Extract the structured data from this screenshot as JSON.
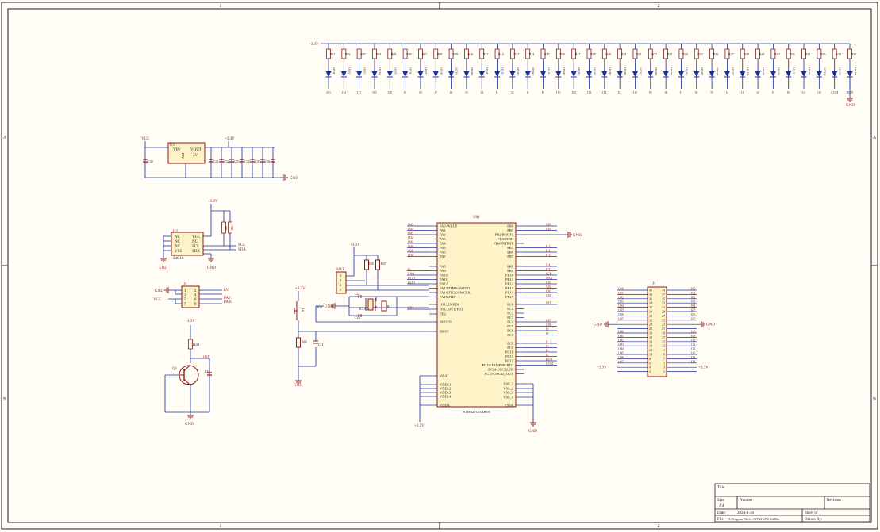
{
  "border": {
    "zones_top": [
      "1",
      "2"
    ],
    "zones_bottom": [
      "1",
      "2"
    ],
    "zones_side": [
      "A",
      "B"
    ]
  },
  "colors": {
    "background": "#fffdf5",
    "border": "#1a1a1a",
    "wire": "#1a2f9e",
    "component": "#8b1a1a",
    "component_fill": "#fdf3c6",
    "net_label": "#8b1a1a",
    "pin": "#1a2f9e"
  },
  "led_bar": {
    "power_label": "+3.3V",
    "gnd_label": "GND",
    "resistors": [
      "R01",
      "R02",
      "R03",
      "R04",
      "R05",
      "R06",
      "R07",
      "R08",
      "R09",
      "R10",
      "R11",
      "R12",
      "R13",
      "R14",
      "R15",
      "R16",
      "R17",
      "R18",
      "R19",
      "R20",
      "R21",
      "R22",
      "R23",
      "R24",
      "R25",
      "R26",
      "R27",
      "R28",
      "R29",
      "R30",
      "R31",
      "R32",
      "R33",
      "R34",
      "R35"
    ],
    "leds": [
      "LED1",
      "LED2",
      "LED3",
      "LED4",
      "LED5",
      "LED6",
      "LED7",
      "LED8",
      "LED9",
      "LED10",
      "LED11",
      "LED12",
      "LED13",
      "LED14",
      "LED15",
      "LED16",
      "LED17",
      "LED18",
      "LED19",
      "LED20",
      "LED21",
      "LED22",
      "LED23",
      "LED24",
      "LED25",
      "LED26",
      "LED27",
      "LED28",
      "LED29",
      "LED30",
      "LED31",
      "LED32",
      "LED33",
      "LED34",
      "LED35"
    ],
    "nets": [
      "I13",
      "I14",
      "I11",
      "I12",
      "I10",
      "I9",
      "I8",
      "I7",
      "I6",
      "I5",
      "I4",
      "I3",
      "I2",
      "I1",
      "I0",
      "I15",
      "I14",
      "I13",
      "I12",
      "I11",
      "I10",
      "I9",
      "I8",
      "I7",
      "I6",
      "I5",
      "I4",
      "I3",
      "I2",
      "I1",
      "I0",
      "O1",
      "O0",
      "COM",
      "RUN"
    ]
  },
  "regulator": {
    "ref": "U1",
    "in_label": "VIN",
    "out_label": "VOUT",
    "value": "3V",
    "part": "ADJ",
    "vcc_label": "VCC",
    "out_net": "+3.3V",
    "gnd_label": "GND",
    "caps": [
      "C30",
      "C31",
      "C32",
      "C33",
      "C34",
      "C35",
      "C36"
    ]
  },
  "eeprom": {
    "ref": "U2",
    "part": "24C16",
    "power_label": "+3.3V",
    "gnd_label": "GND",
    "left_pins": [
      "NC",
      "NC",
      "NC",
      "VSS"
    ],
    "right_pins": [
      "VCC",
      "NC",
      "SCL",
      "SDA"
    ],
    "nets": [
      "SCL",
      "SDA"
    ],
    "resistors": [
      "R4",
      "R5"
    ]
  },
  "connector_j2": {
    "ref": "J2",
    "left_labels": [
      "GND",
      "VCC"
    ],
    "right_labels": [
      "LV",
      "PA9",
      "PA10"
    ],
    "pins_left": [
      "1",
      "3",
      "5",
      "7"
    ],
    "pins_right": [
      "2",
      "4",
      "6",
      "8"
    ]
  },
  "transistor": {
    "ref": "Q1",
    "power_label": "+3.3V",
    "gnd_label": "GND",
    "resistor": "R43",
    "cap": "C10",
    "net": "INT"
  },
  "reset": {
    "power_label": "+3.3V",
    "gnd_label": "GND",
    "switch": "S1",
    "resistors": [
      "R41",
      "R42"
    ],
    "cap": "C11",
    "crystal": "XTAL",
    "crystal_caps": [
      "C12",
      "C13"
    ],
    "crystal_res": "R1",
    "boot_header": "SW1",
    "boot_pins": [
      "4",
      "3",
      "2",
      "1"
    ],
    "boot_res": [
      "R46",
      "R47"
    ],
    "boot_power": "+3.3V"
  },
  "mcu": {
    "ref": "U01",
    "part": "STM32F103RBT6",
    "gnd_label": "GND",
    "power_label": "+3.3V",
    "left_nets": [
      "Q43",
      "Q44",
      "Q45",
      "Q42",
      "Q41",
      "Q40",
      "Q39",
      "Q38",
      "",
      "I6",
      "I(W)",
      "I7(A)",
      "I2(B)",
      "",
      "",
      "",
      "",
      "I(N)",
      "",
      "",
      "",
      "",
      "",
      "",
      "",
      "",
      ""
    ],
    "left_pins": [
      "PA0-WKUP",
      "PA1",
      "PA2",
      "PA3",
      "PA4",
      "PA5",
      "PA6",
      "PA7",
      "PA8",
      "PA9",
      "PA10",
      "PA11",
      "PA12",
      "PA13/JTMS/SWDIO",
      "PA14/JTCK/SWCLK",
      "PA15/JTDI",
      "OSC_IN/PD0",
      "OSC_OUT/PD1",
      "PD2",
      "BOOT0",
      "NRST",
      "VBAT",
      "VDD_1",
      "VDD_2",
      "VDD_3",
      "VDD_4",
      "VDDA"
    ],
    "right_pins": [
      "PB0",
      "PB1",
      "PB2/BOOT1",
      "PB3/JTDO",
      "PB4/JNTRST",
      "PB5",
      "PB6",
      "PB7",
      "PB8",
      "PB9",
      "PB10",
      "PB11",
      "PB12",
      "PB13",
      "PB14",
      "PB15",
      "PC0",
      "PC1",
      "PC2",
      "PC3",
      "PC4",
      "PC5",
      "PC6",
      "PC7",
      "PC8",
      "PC9",
      "PC10",
      "PC11",
      "PC12",
      "PC13-TAMPER-RTC",
      "PC14-OSC32_IN",
      "PC15-OSC32_OUT",
      "VSS_1",
      "VSS_2",
      "VSS_3",
      "VSS_4",
      "VSSA"
    ],
    "right_nets": [
      "Q05",
      "Q04",
      "",
      "",
      "",
      "I11",
      "I12",
      "I13",
      "I14",
      "I15",
      "SCL",
      "SDA",
      "Q03",
      "Q02",
      "Q01",
      "Q00",
      "INT",
      "",
      "",
      "",
      "Q07",
      "Q06",
      "I9",
      "I0",
      "I2",
      "I3",
      "I4",
      "I5",
      "RUN",
      "COM",
      "",
      "",
      "",
      "",
      "",
      "",
      ""
    ]
  },
  "connector_j1": {
    "ref": "J1",
    "left_nets": [
      "Q00",
      "Q01",
      "Q02",
      "Q03",
      "Q04",
      "Q05",
      "Q06",
      "Q07",
      "",
      "",
      "Q40",
      "Q41",
      "Q42",
      "Q43",
      "Q44",
      "Q45",
      "Q46",
      "Q47",
      "",
      ""
    ],
    "right_nets": [
      "I00",
      "I01",
      "I02",
      "I03",
      "I04",
      "I05",
      "I06",
      "I07",
      "",
      "",
      "I08",
      "I09",
      "I10",
      "I11",
      "I12",
      "I13",
      "I14",
      "I15",
      "",
      ""
    ],
    "left_pins": [
      "40",
      "38",
      "36",
      "34",
      "32",
      "30",
      "28",
      "26",
      "24",
      "22",
      "20",
      "18",
      "16",
      "14",
      "12",
      "10",
      "8",
      "6",
      "4",
      "2"
    ],
    "right_pins": [
      "39",
      "37",
      "35",
      "33",
      "31",
      "29",
      "27",
      "25",
      "23",
      "21",
      "19",
      "17",
      "15",
      "13",
      "11",
      "9",
      "7",
      "5",
      "3",
      "1"
    ],
    "gnd_label": "GND",
    "power_label": "+3.3V"
  },
  "title_block": {
    "title_label": "Title",
    "size_label": "Size",
    "size_value": "A4",
    "number_label": "Number",
    "revision_label": "Revision",
    "date_label": "Date:",
    "date_value": "2024-3-28",
    "sheet_label": "Sheet    of",
    "file_label": "File:",
    "file_value": "D:\\Program Files\\...\\WT32-CPU.SchDoc",
    "drawn_label": "Drawn By:"
  }
}
